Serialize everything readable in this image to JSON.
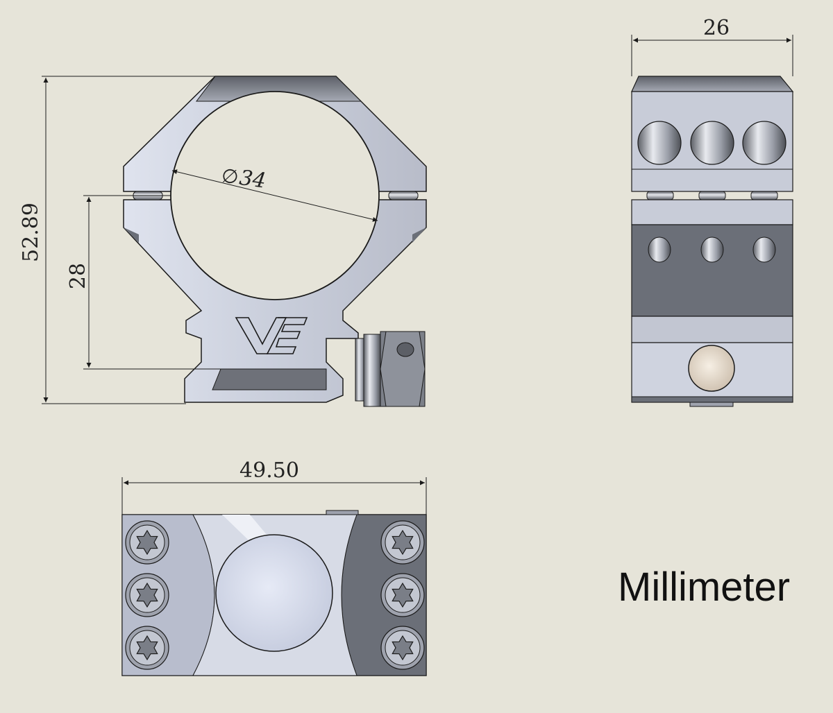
{
  "dimensions": {
    "overall_height": "52.89",
    "center_height": "28",
    "ring_diameter": "34",
    "diameter_symbol": "∅",
    "side_width": "26",
    "top_length": "49.50"
  },
  "unit_label": "Millimeter",
  "logo_text": "VE",
  "colors": {
    "background": "#e6e4d9",
    "metal_light": "#c8ccd8",
    "metal_mid": "#9ea2ad",
    "metal_dark": "#6b6f78",
    "line": "#1a1a1a"
  }
}
